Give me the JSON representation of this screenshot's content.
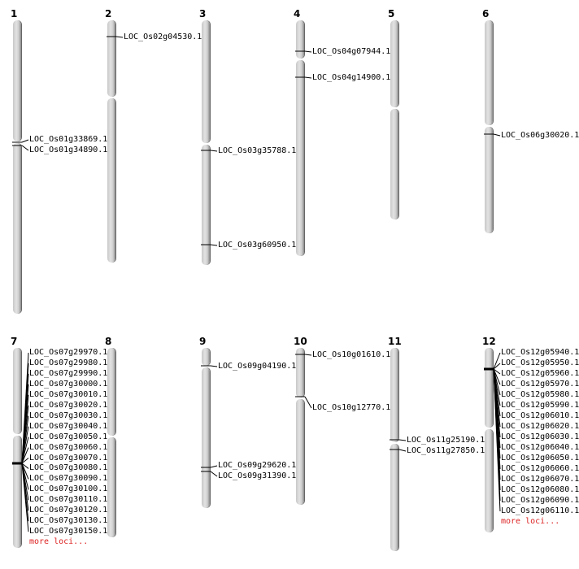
{
  "chromosomes": [
    {
      "name": "1",
      "loci": [
        "LOC_Os01g33869.1",
        "LOC_Os01g34890.1"
      ]
    },
    {
      "name": "2",
      "loci": [
        "LOC_Os02g04530.1"
      ]
    },
    {
      "name": "3",
      "loci": [
        "LOC_Os03g35788.1",
        "LOC_Os03g60950.1"
      ]
    },
    {
      "name": "4",
      "loci": [
        "LOC_Os04g07944.1",
        "LOC_Os04g14900.1"
      ]
    },
    {
      "name": "5",
      "loci": []
    },
    {
      "name": "6",
      "loci": [
        "LOC_Os06g30020.1"
      ]
    },
    {
      "name": "7",
      "loci": [
        "LOC_Os07g29970.1",
        "LOC_Os07g29980.1",
        "LOC_Os07g29990.1",
        "LOC_Os07g30000.1",
        "LOC_Os07g30010.1",
        "LOC_Os07g30020.1",
        "LOC_Os07g30030.1",
        "LOC_Os07g30040.1",
        "LOC_Os07g30050.1",
        "LOC_Os07g30060.1",
        "LOC_Os07g30070.1",
        "LOC_Os07g30080.1",
        "LOC_Os07g30090.1",
        "LOC_Os07g30100.1",
        "LOC_Os07g30110.1",
        "LOC_Os07g30120.1",
        "LOC_Os07g30130.1",
        "LOC_Os07g30150.1"
      ],
      "more": "more loci..."
    },
    {
      "name": "8",
      "loci": []
    },
    {
      "name": "9",
      "loci": [
        "LOC_Os09g04190.1",
        "LOC_Os09g29620.1",
        "LOC_Os09g31390.1"
      ]
    },
    {
      "name": "10",
      "loci": [
        "LOC_Os10g01610.1",
        "LOC_Os10g12770.1"
      ]
    },
    {
      "name": "11",
      "loci": [
        "LOC_Os11g25190.1",
        "LOC_Os11g27850.1"
      ]
    },
    {
      "name": "12",
      "loci": [
        "LOC_Os12g05940.1",
        "LOC_Os12g05950.1",
        "LOC_Os12g05960.1",
        "LOC_Os12g05970.1",
        "LOC_Os12g05980.1",
        "LOC_Os12g05990.1",
        "LOC_Os12g06010.1",
        "LOC_Os12g06020.1",
        "LOC_Os12g06030.1",
        "LOC_Os12g06040.1",
        "LOC_Os12g06050.1",
        "LOC_Os12g06060.1",
        "LOC_Os12g06070.1",
        "LOC_Os12g06080.1",
        "LOC_Os12g06090.1",
        "LOC_Os12g06110.1"
      ],
      "more": "more loci..."
    }
  ],
  "colors": {
    "more_link": "#dd2222",
    "marker": "#000000"
  }
}
